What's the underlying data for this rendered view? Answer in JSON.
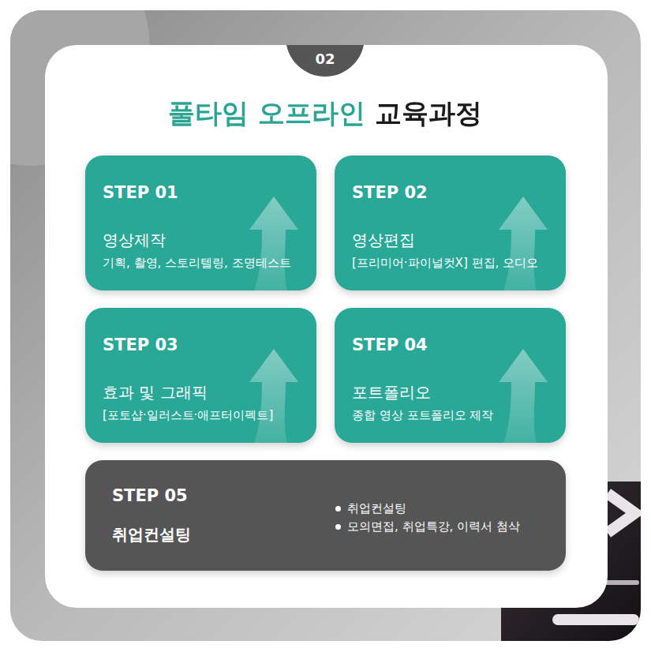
{
  "diagram": {
    "title": "풀타임 오프라인 교육과정",
    "nodes": [
      {
        "text": [
          "STEP 01",
          "영상제작",
          "기획, 촬영, 스토리텔링, 조명테스트"
        ]
      },
      {
        "text": [
          "STEP 02",
          "영상편집",
          "[프리미어·파이널컷X] 편집, 오디오"
        ]
      },
      {
        "text": [
          "STEP 03",
          "효과 및 그래픽",
          "[포토샵·일러스트·애프터이펙트]"
        ]
      },
      {
        "text": [
          "STEP 04",
          "포트폴리오",
          "종합 영상 포트폴리오 제작"
        ]
      },
      {
        "text": [
          "STEP 05",
          "취업컨설팅",
          "취업컨설팅",
          "모의면접, 취업특강, 이력서 첨삭"
        ]
      }
    ],
    "labels": [
      "02"
    ]
  }
}
